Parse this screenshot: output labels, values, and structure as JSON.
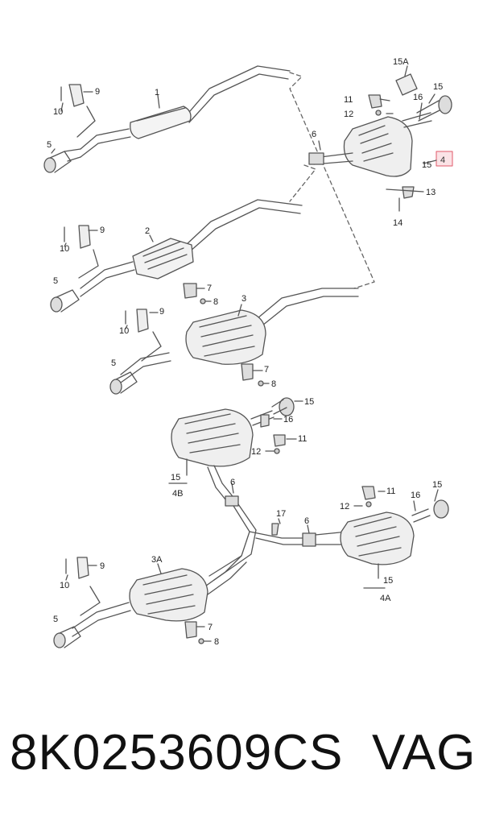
{
  "diagram": {
    "callouts": {
      "c1": "1",
      "c2": "2",
      "c3": "3",
      "c3a": "3A",
      "c4": "4",
      "c4a": "4A",
      "c4b": "4B",
      "c5": "5",
      "c6": "6",
      "c7": "7",
      "c8": "8",
      "c9": "9",
      "c10": "10",
      "c11": "11",
      "c12": "12",
      "c13": "13",
      "c14": "14",
      "c15": "15",
      "c15a": "15A",
      "c16": "16",
      "c17": "17"
    },
    "highlight_color": "#e05a6a"
  },
  "footer": {
    "part_number": "8K0253609CS",
    "brand": "VAG"
  }
}
